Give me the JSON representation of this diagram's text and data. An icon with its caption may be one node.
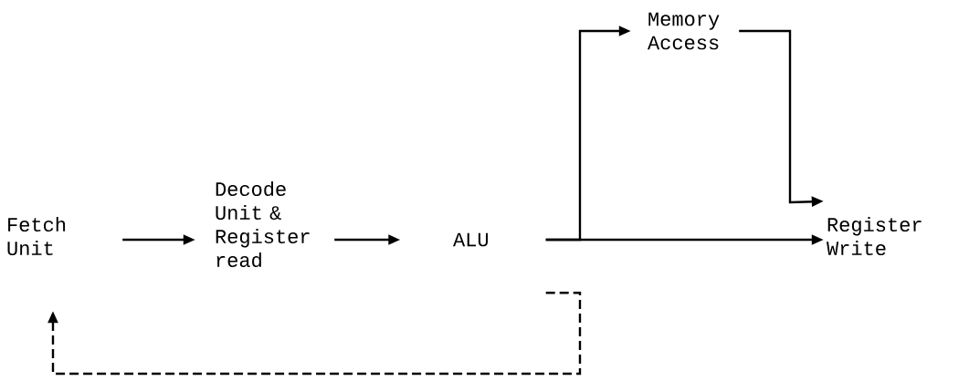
{
  "diagram": {
    "nodes": [
      {
        "text": [
          "Fetch Unit"
        ]
      },
      {
        "text": [
          "Decode Unit & Register read"
        ]
      },
      {
        "text": [
          "ALU"
        ]
      },
      {
        "text": [
          "Memory Access"
        ]
      },
      {
        "text": [
          "Register Write"
        ]
      }
    ],
    "edges": [
      {
        "from": 0,
        "to": 1,
        "arrow": "to"
      },
      {
        "from": 1,
        "to": 2,
        "arrow": "to"
      },
      {
        "from": 2,
        "to": 4,
        "arrow": "to"
      },
      {
        "from": 2,
        "to": 3,
        "arrow": "to"
      },
      {
        "from": 3,
        "to": 4,
        "arrow": "to"
      },
      {
        "from": 2,
        "to": 0,
        "arrow": "to",
        "style": "dashed"
      }
    ]
  }
}
